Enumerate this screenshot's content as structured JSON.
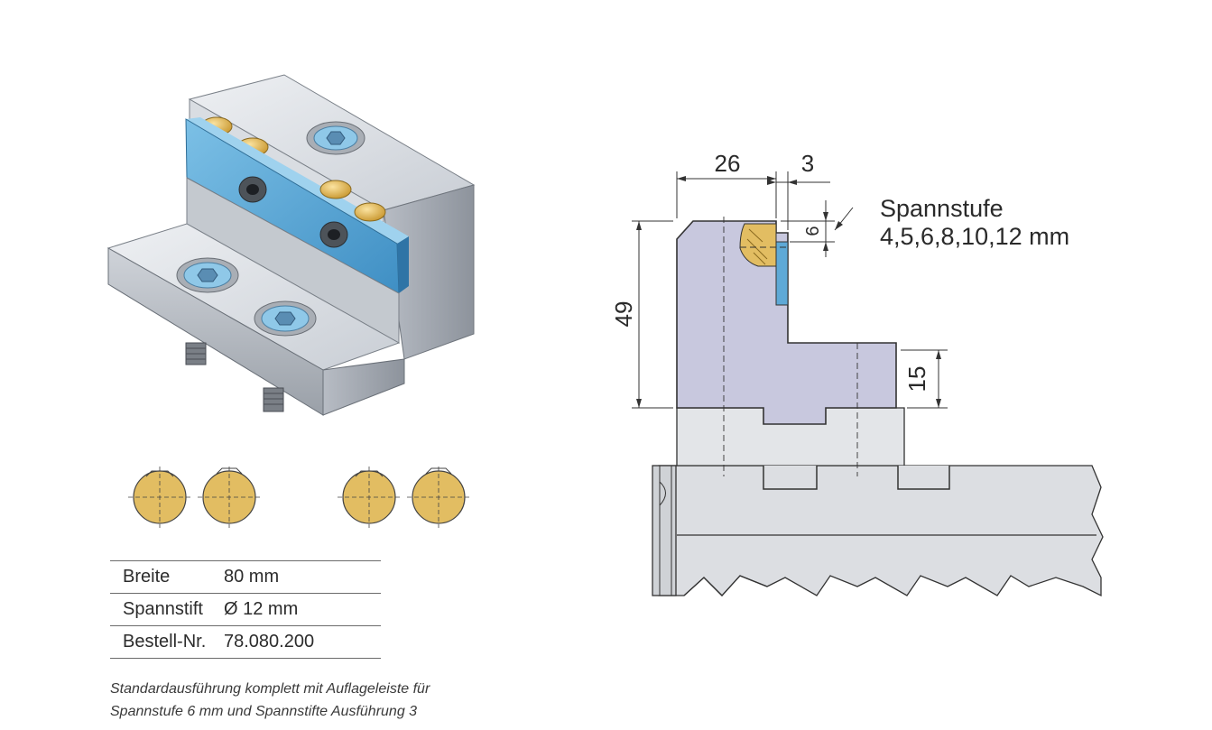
{
  "specs": {
    "rows": [
      {
        "label": "Breite",
        "value": "80 mm"
      },
      {
        "label": "Spannstift",
        "value": "Ø 12 mm"
      },
      {
        "label": "Bestell-Nr.",
        "value": "78.080.200"
      }
    ]
  },
  "note": {
    "line1": "Standardausführung komplett mit Auflageleiste für",
    "line2": "Spannstufe 6 mm und Spannstifte Ausführung 3"
  },
  "drawing": {
    "dim_width": "26",
    "dim_offset": "3",
    "dim_height": "49",
    "dim_step_height": "15",
    "dim_step": "6",
    "callout_title": "Spannstufe",
    "callout_values": "4,5,6,8,10,12 mm"
  },
  "colors": {
    "jaw_fill": "#c8c8de",
    "pad_blue": "#5ea9d6",
    "pin_gold": "#e2bd62",
    "steel": "#d6d9de"
  }
}
